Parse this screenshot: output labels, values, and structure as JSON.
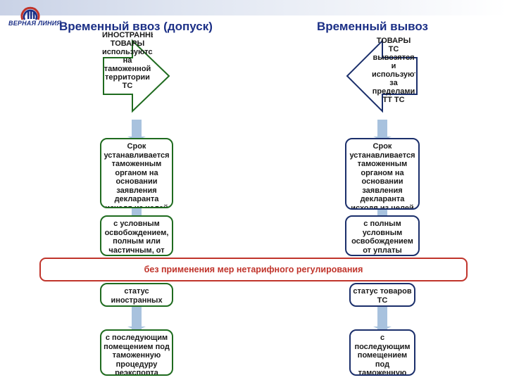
{
  "logo": {
    "text": "ВЕРНАЯ ЛИНИЯ"
  },
  "left": {
    "title": "Временный ввоз (допуск)",
    "arrow_text": "ИНОСТРАННЫЕ ТОВАРЫ используются на таможенной территории ТС",
    "boxes": [
      "Срок устанавливается таможенным органом на основании заявления декларанта исходя из целей и обстоятельств такого ввоза и не может превышать 2 года со дня помещения товаров под процедуру",
      "с условным освобождением, полным или частичным, от уплаты ввозных таможенных пошлин, налогов",
      "статус иностранных товаров сохраняется или приобретается",
      "с последующим помещением под таможенную процедуру реэкспорта"
    ]
  },
  "right": {
    "title": "Временный вывоз",
    "arrow_text": "ТОВАРЫ ТС вывозятся и используются за пределами ТТ ТС",
    "boxes": [
      "Срок устанавливается таможенным органом на основании заявления декларанта исходя из целей и обстоятельств такого вывоза. Может быть продлен по заявлению",
      "с полным условным освобождением от уплаты ввозных таможенных пошлин",
      "статус товаров ТС утрачивается при фактическом вывозе",
      "с последующим помещением под таможенную процедуру реимпорта"
    ]
  },
  "banner": "без применения мер нетарифного регулирования",
  "colors": {
    "heading": "#1b2f86",
    "box_border": "#1f6b1f",
    "box_border_alt": "#1b2f6b",
    "banner": "#c0342b",
    "connector": "#a8c2de"
  }
}
